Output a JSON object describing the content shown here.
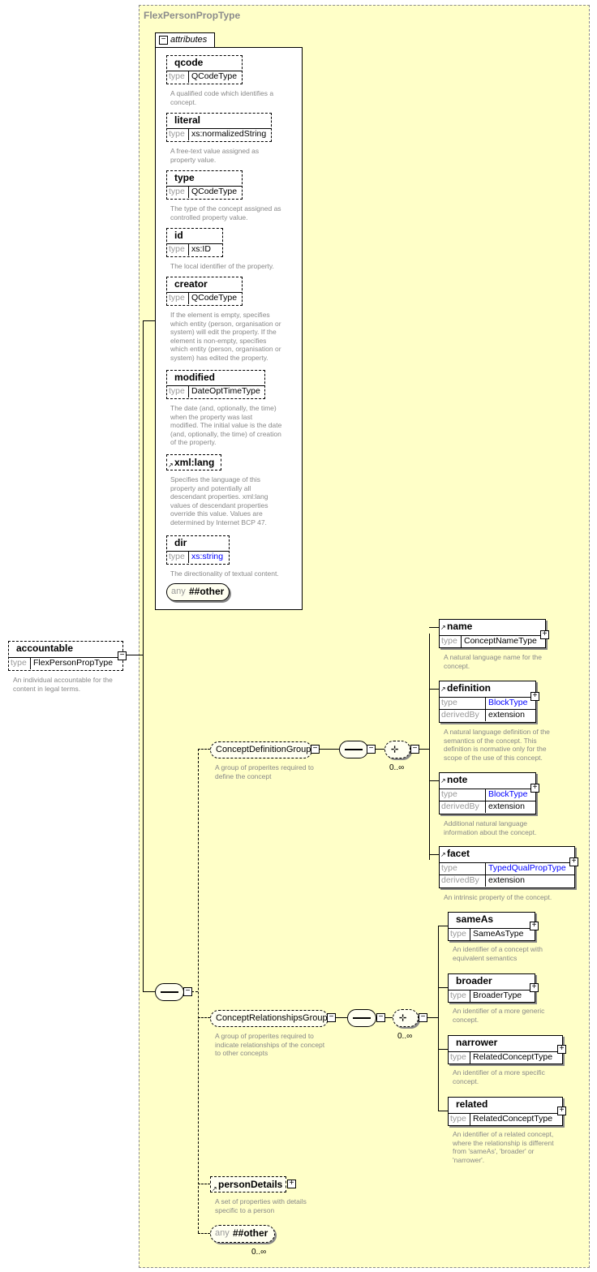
{
  "complex_type": {
    "name": "FlexPersonPropType"
  },
  "attributes_label": "attributes",
  "attributes": [
    {
      "name": "qcode",
      "type": "QCodeType",
      "desc": [
        "A qualified code which identifies a",
        "concept."
      ]
    },
    {
      "name": "literal",
      "type": "xs:normalizedString",
      "desc": [
        "A free-text value assigned as",
        "property value."
      ]
    },
    {
      "name": "type",
      "type": "QCodeType",
      "desc": [
        "The type of the concept assigned as",
        "controlled property value."
      ]
    },
    {
      "name": "id",
      "type": "xs:ID",
      "desc": [
        "The local identifier of the property."
      ]
    },
    {
      "name": "creator",
      "type": "QCodeType",
      "desc": [
        "If the element is empty, specifies",
        "which entity (person, organisation or",
        "system) will edit the property. If the",
        "element is non-empty, specifies",
        "which entity (person, organisation or",
        "system) has edited the property."
      ]
    },
    {
      "name": "modified",
      "type": "DateOptTimeType",
      "desc": [
        "The date (and, optionally, the time)",
        "when the property was last",
        "modified. The initial value is the date",
        "(and, optionally, the time) of creation",
        "of the property."
      ]
    },
    {
      "name": "xml:lang",
      "desc": [
        "Specifies the language of this",
        "property and potentially all",
        "descendant properties. xml:lang",
        "values of descendant properties",
        "override this value. Values are",
        "determined by Internet BCP 47."
      ]
    },
    {
      "name": "dir",
      "type": "xs:string",
      "desc": [
        "The directionality of textual content."
      ]
    }
  ],
  "attr_any": {
    "any": "any",
    "ns": "##other"
  },
  "root": {
    "name": "accountable",
    "type_label": "type",
    "type": "FlexPersonPropType",
    "desc": [
      "An individual accountable for the",
      "content in legal terms."
    ]
  },
  "type_label": "type",
  "derived_label": "derivedBy",
  "groups": {
    "concept_definition": {
      "name": "ConceptDefinitionGroup",
      "desc": [
        "A group of properites required to",
        "define the concept"
      ],
      "occurs": "0..∞"
    },
    "concept_relationships": {
      "name": "ConceptRelationshipsGroup",
      "desc": [
        "A group of properites required to",
        "indicate relationships of the concept",
        "to other concepts"
      ],
      "occurs": "0..∞"
    }
  },
  "definition_elements": [
    {
      "name": "name",
      "type": "ConceptNameType",
      "desc": [
        "A natural language name for the",
        "concept."
      ]
    },
    {
      "name": "definition",
      "type": "BlockType",
      "derivedBy": "extension",
      "desc": [
        "A natural language definition of the",
        "semantics of the concept. This",
        "definition is normative only for the",
        "scope of the use of this concept."
      ]
    },
    {
      "name": "note",
      "type": "BlockType",
      "derivedBy": "extension",
      "desc": [
        "Additional natural language",
        "information about the concept."
      ]
    },
    {
      "name": "facet",
      "type": "TypedQualPropType",
      "derivedBy": "extension",
      "desc": [
        "An intrinsic property of the concept."
      ]
    }
  ],
  "relationship_elements": [
    {
      "name": "sameAs",
      "type": "SameAsType",
      "desc": [
        "An identifier of a concept with",
        "equivalent semantics"
      ]
    },
    {
      "name": "broader",
      "type": "BroaderType",
      "desc": [
        "An identifier of a more generic",
        "concept."
      ]
    },
    {
      "name": "narrower",
      "type": "RelatedConceptType",
      "desc": [
        "An identifier of a more specific",
        "concept."
      ]
    },
    {
      "name": "related",
      "type": "RelatedConceptType",
      "desc": [
        "An identifier of a related concept,",
        "where the relationship is different",
        "from 'sameAs', 'broader' or",
        "'narrower'."
      ]
    }
  ],
  "person_details": {
    "name": "personDetails",
    "desc": [
      "A set of properties with details",
      "specific to a person"
    ]
  },
  "any_other": {
    "any": "any",
    "ns": "##other",
    "occurs": "0..∞"
  },
  "colors": {
    "type_bg": "#ffffc8",
    "element_bg": "#fffff0",
    "frame": "#8c8c8c",
    "desc": "#888888"
  }
}
